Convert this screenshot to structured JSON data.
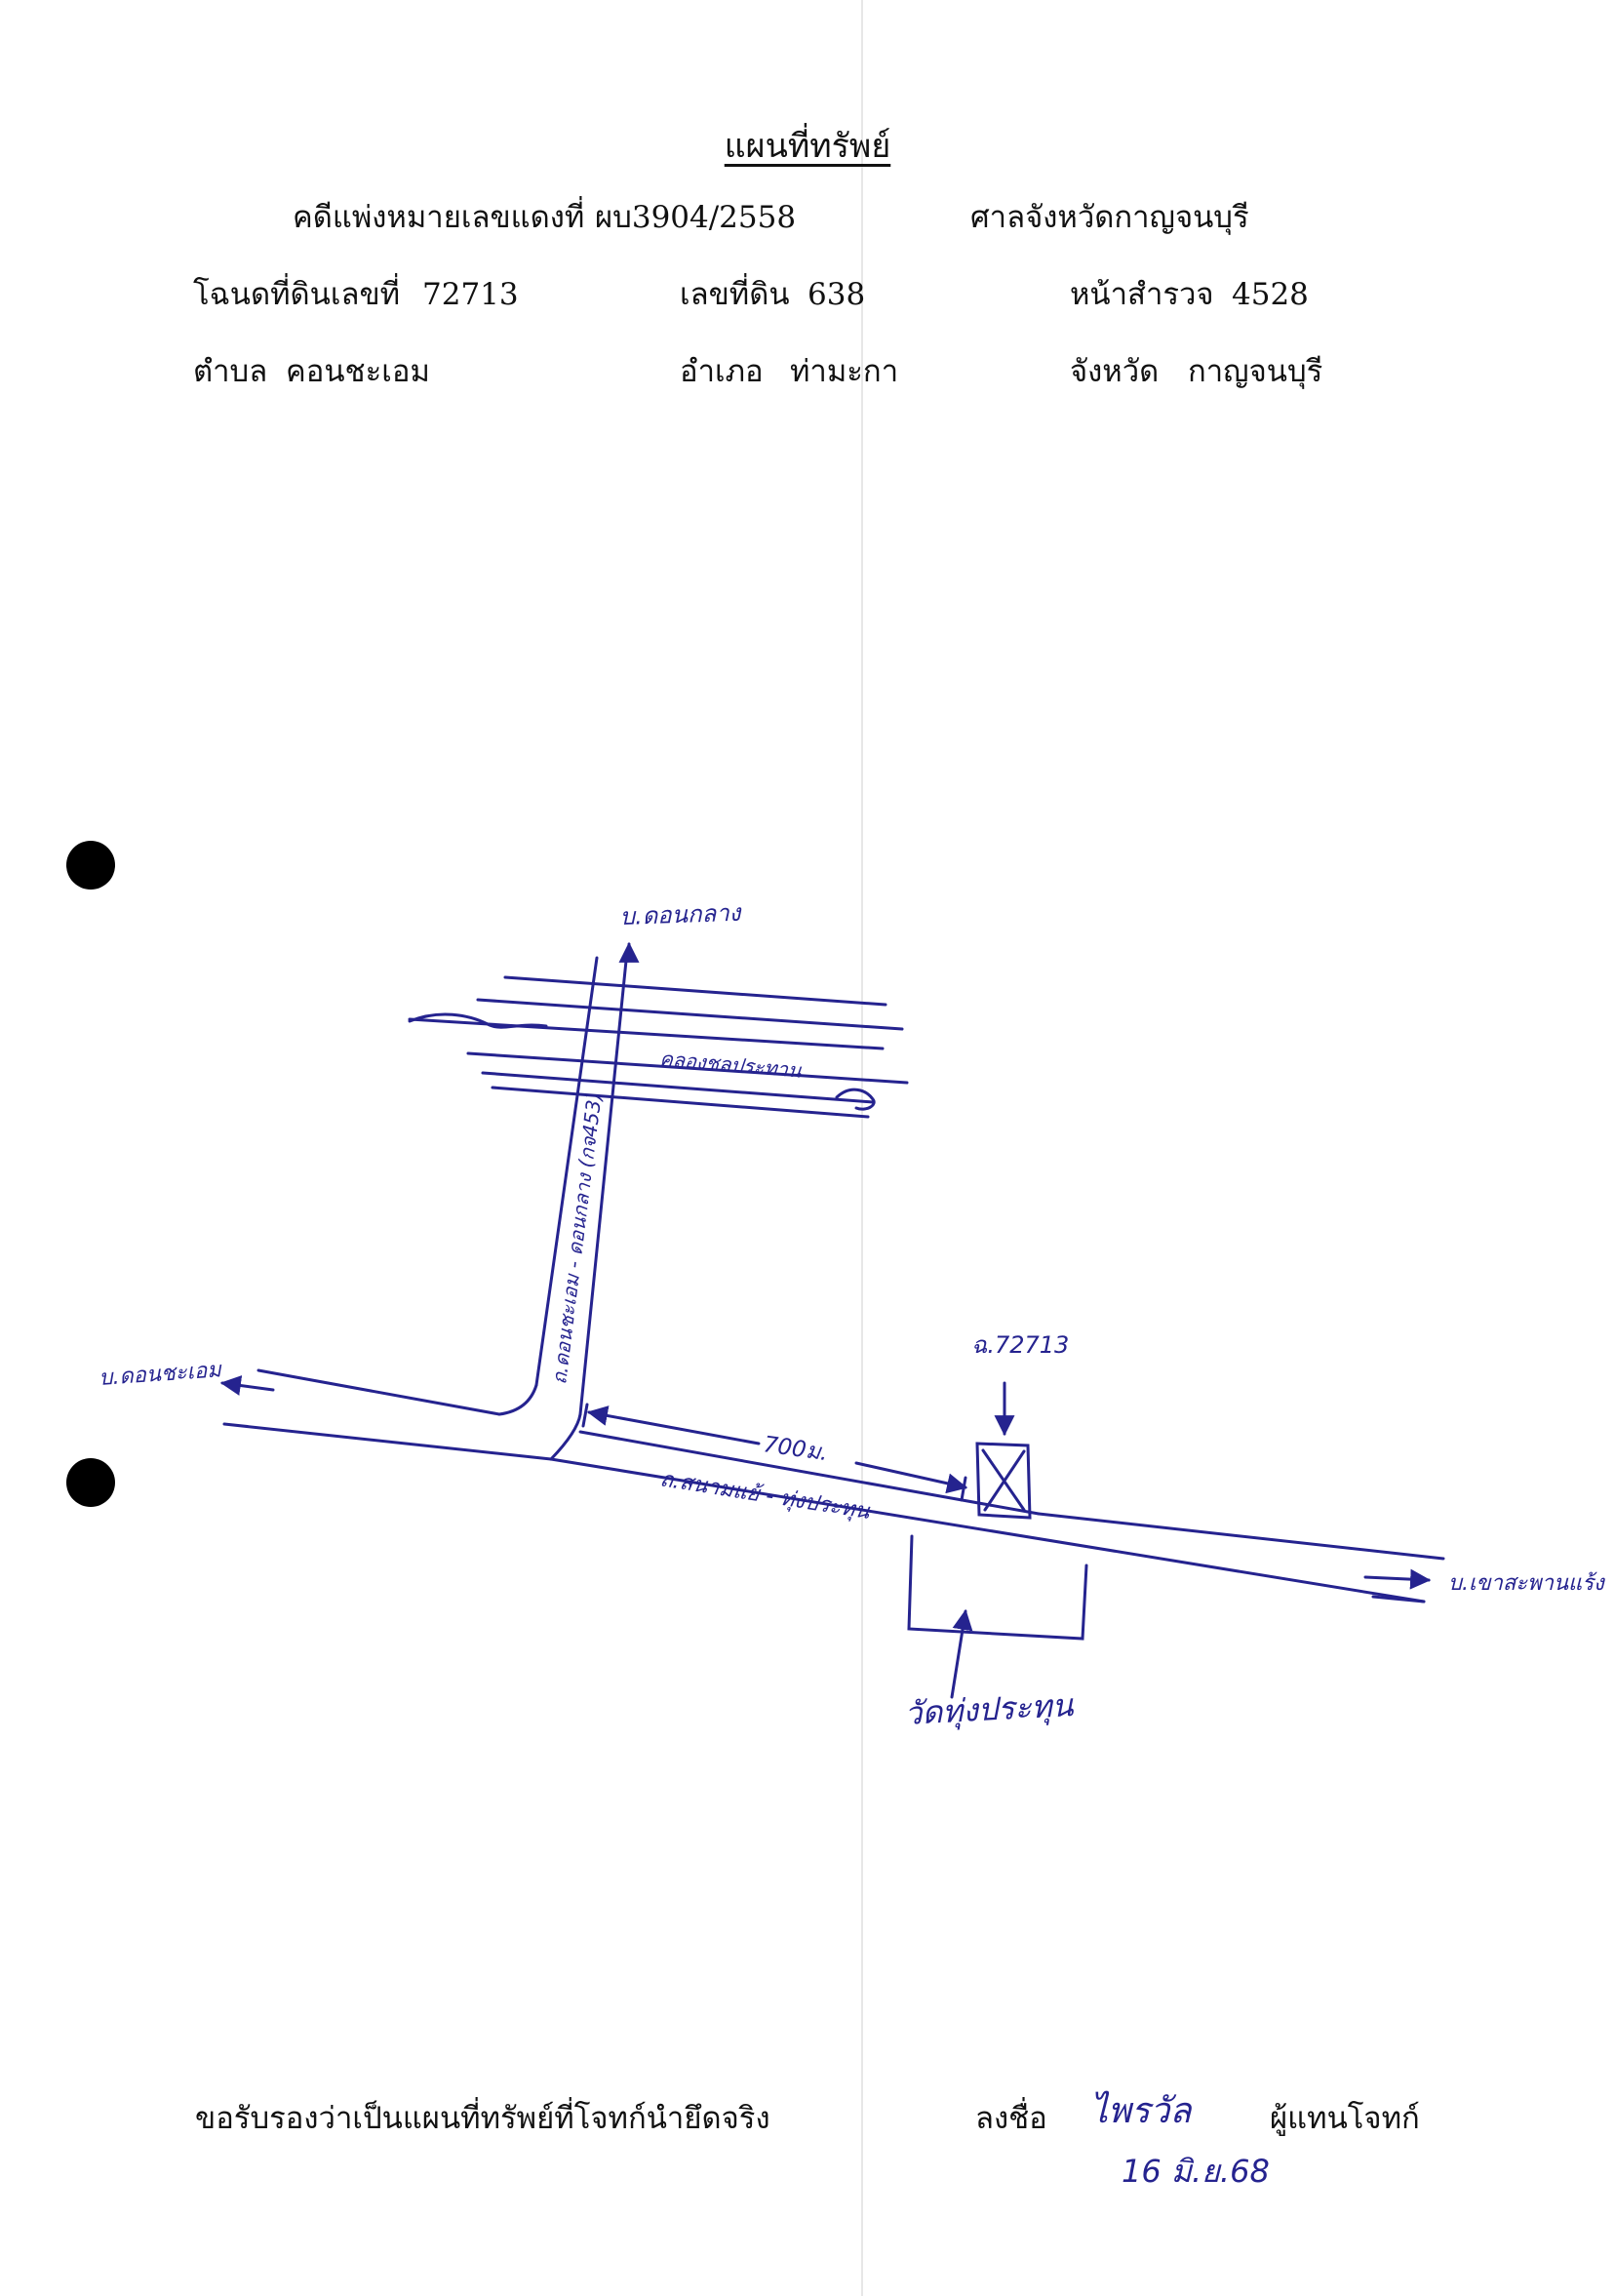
{
  "header": {
    "title": "แผนที่ทรัพย์",
    "case_label": "คดีแพ่งหมายเลขแดงที่",
    "case_no": "ผบ3904/2558",
    "court": "ศาลจังหวัดกาญจนบุรี",
    "deed_label": "โฉนดที่ดินเลขที่",
    "deed_no": "72713",
    "land_label": "เลขที่ดิน",
    "land_no": "638",
    "survey_label": "หน้าสำรวจ",
    "survey_no": "4528",
    "subdistrict_label": "ตำบล",
    "subdistrict": "คอนชะเอม",
    "district_label": "อำเภอ",
    "district": "ท่ามะกา",
    "province_label": "จังหวัด",
    "province": "กาญจนบุรี"
  },
  "map": {
    "north_village": "บ.ดอนกลาง",
    "canal": "คลองชลประทาน",
    "vertical_road": "ถ.ดอนชะเอม - ดอนกลาง (กจ453)",
    "west_village": "บ.ดอนชะเอม",
    "horizontal_road": "ถ.สนามแย้ - ทุ่งประทุน",
    "distance": "700ม.",
    "parcel_label": "ฉ.72713",
    "parcel_mark": "X",
    "temple": "วัดทุ่งประทุน",
    "east_village": "บ.เขาสะพานแร้ง"
  },
  "footer": {
    "certify": "ขอรับรองว่าเป็นแผนที่ทรัพย์ที่โจทก์นำยึดจริง",
    "sign_label": "ลงชื่อ",
    "signer_role": "ผู้แทนโจทก์",
    "signature": "ไพรวัล",
    "sign_date": "16 มิ.ย.68"
  },
  "colors": {
    "ink": "#25238f",
    "print": "#111111"
  }
}
